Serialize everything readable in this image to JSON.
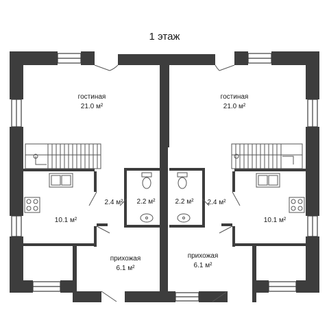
{
  "title": "1 этаж",
  "colors": {
    "wall": "#3d3d3d",
    "window": "#ffffff",
    "line": "#555555",
    "background": "#ffffff"
  },
  "rooms": {
    "living_left": {
      "name": "гостиная",
      "area": "21.0 м²"
    },
    "living_right": {
      "name": "гостиная",
      "area": "21.0 м²"
    },
    "kitchen_left": {
      "area": "10.1 м²"
    },
    "kitchen_right": {
      "area": "10.1 м²"
    },
    "corridor_left": {
      "area": "2.4 м²"
    },
    "corridor_right": {
      "area": "2.4 м²"
    },
    "bath_left": {
      "area": "2.2 м²"
    },
    "bath_right": {
      "area": "2.2 м²"
    },
    "hall_left": {
      "name": "прихожая",
      "area": "6.1 м²"
    },
    "hall_right": {
      "name": "прихожая",
      "area": "6.1 м²"
    }
  }
}
